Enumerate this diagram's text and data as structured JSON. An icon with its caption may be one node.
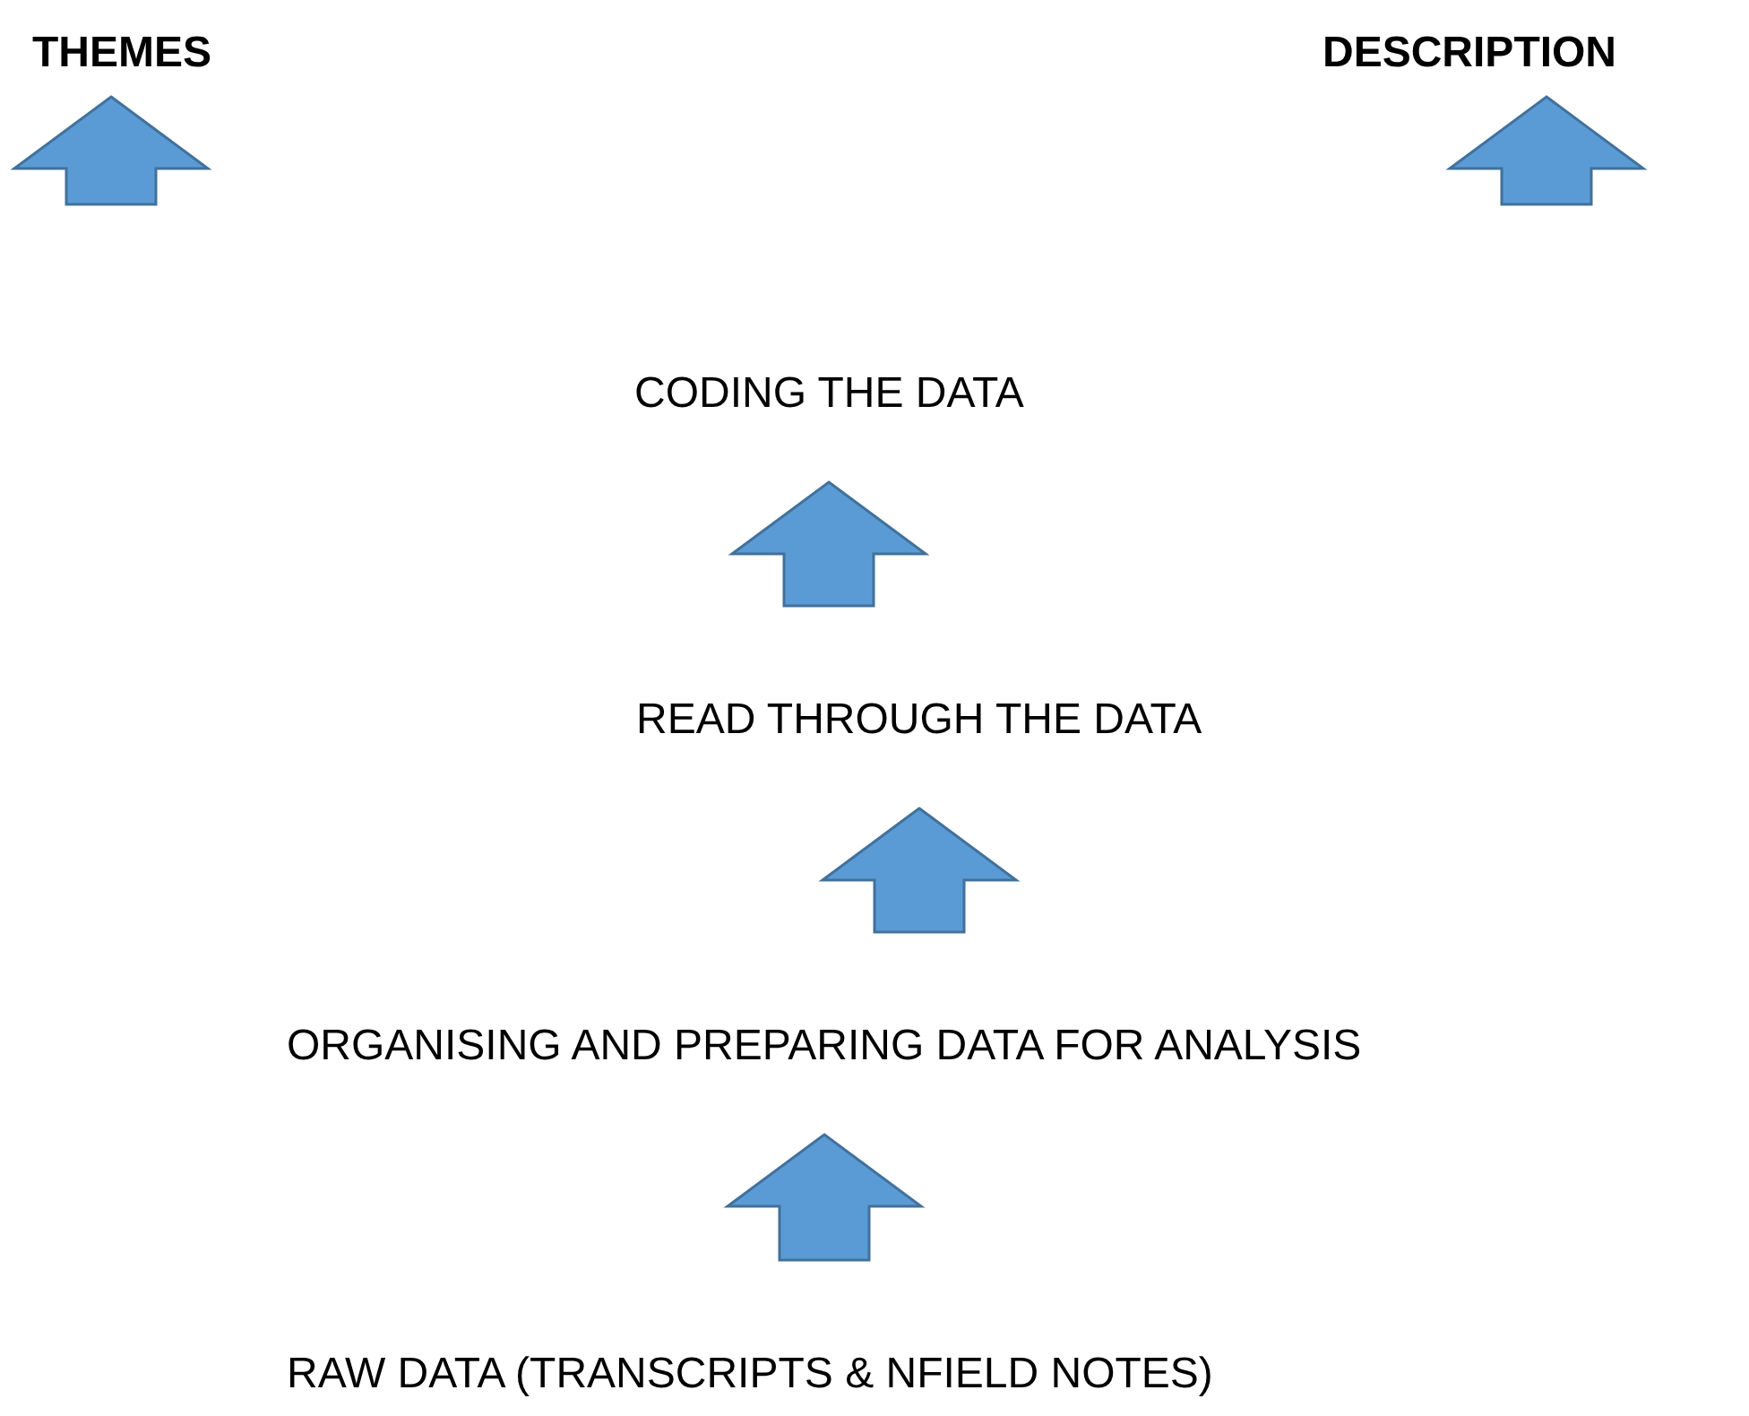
{
  "diagram": {
    "nodes": [
      {
        "text": [
          "THEMES"
        ]
      },
      {
        "text": [
          "DESCRIPTION"
        ]
      },
      {
        "text": [
          "CODING THE DATA"
        ]
      },
      {
        "text": [
          "READ THROUGH THE DATA"
        ]
      },
      {
        "text": [
          "ORGANISING AND PREPARING DATA FOR ANALYSIS"
        ]
      },
      {
        "text": [
          "RAW DATA (TRANSCRIPTS & NFIELD NOTES)"
        ]
      }
    ],
    "edges": [
      {
        "from": null,
        "to": 0,
        "arrow": "to"
      },
      {
        "from": null,
        "to": 1,
        "arrow": "to"
      },
      {
        "from": 3,
        "to": 2,
        "arrow": "to"
      },
      {
        "from": 4,
        "to": 3,
        "arrow": "to"
      },
      {
        "from": 5,
        "to": 4,
        "arrow": "to"
      }
    ]
  }
}
